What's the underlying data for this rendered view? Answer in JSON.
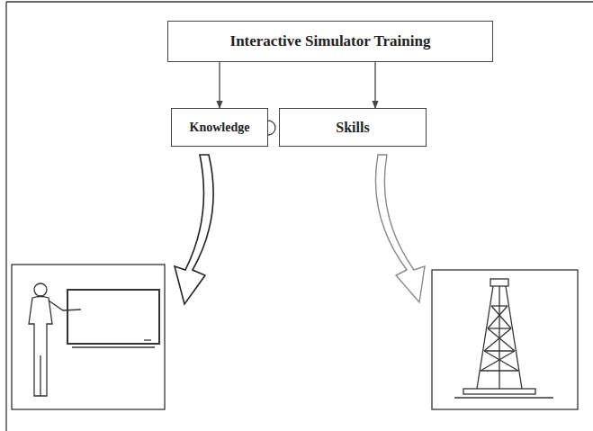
{
  "diagram": {
    "nodes": [
      {
        "text": [
          "Interactive Simulator Training"
        ]
      },
      {
        "text": [
          "Knowledge"
        ]
      },
      {
        "text": [
          "Skills"
        ]
      }
    ],
    "edges": [
      {
        "from": 0,
        "to": 1,
        "arrow": "to"
      },
      {
        "from": 0,
        "to": 2,
        "arrow": "to"
      }
    ]
  }
}
